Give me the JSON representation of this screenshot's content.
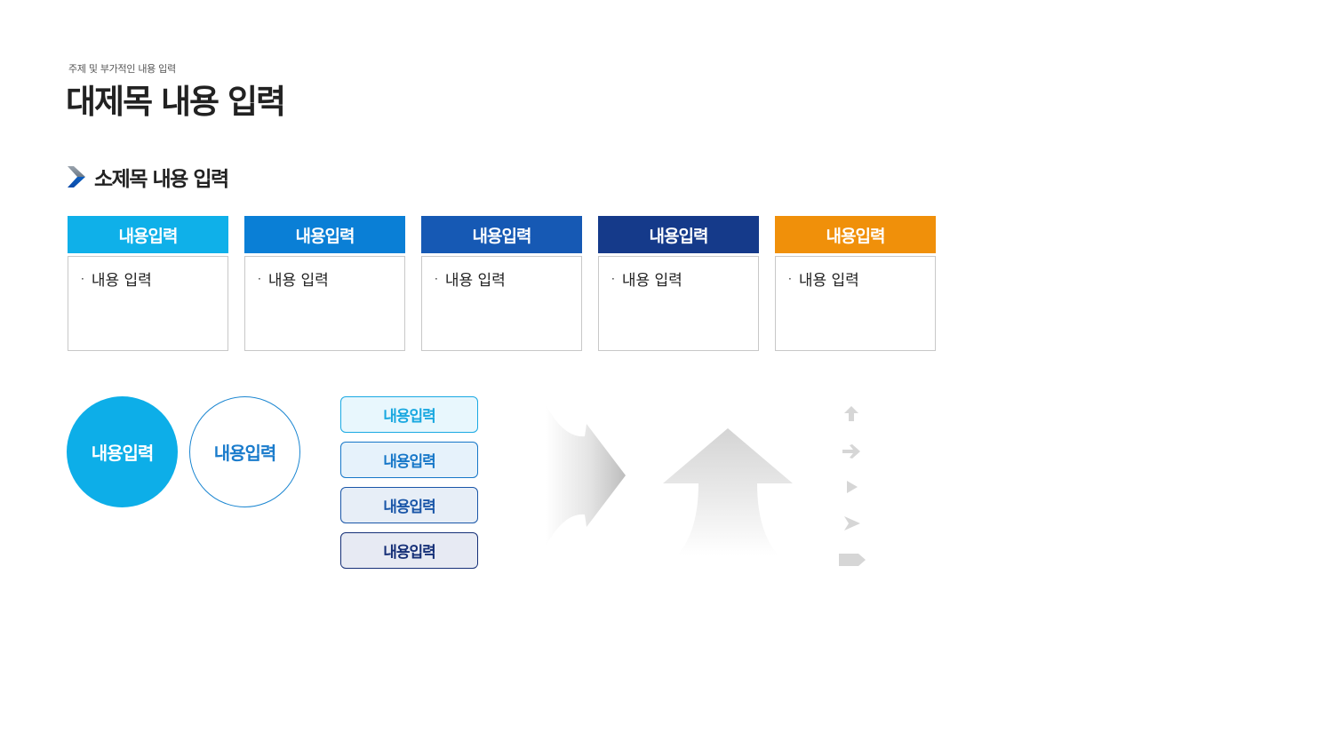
{
  "header": {
    "subtitle": "주제 및 부가적인 내용 입력",
    "title": "대제목 내용 입력"
  },
  "section": {
    "title": "소제목 내용 입력",
    "icon": "chevron-right-icon"
  },
  "cards": [
    {
      "title": "내용입력",
      "body": "내용 입력",
      "color": "#0fb0e9"
    },
    {
      "title": "내용입력",
      "body": "내용 입력",
      "color": "#0a7fd6"
    },
    {
      "title": "내용입력",
      "body": "내용 입력",
      "color": "#1659b4"
    },
    {
      "title": "내용입력",
      "body": "내용 입력",
      "color": "#153a8a"
    },
    {
      "title": "내용입력",
      "body": "내용 입력",
      "color": "#f0900a"
    }
  ],
  "circles": [
    {
      "label": "내용입력",
      "color": "#0daee8"
    },
    {
      "label": "내용입력",
      "color": "#1b7ccc"
    }
  ],
  "pills": [
    {
      "label": "내용입력",
      "text_color": "#19a8e0",
      "bg": "#e8f7fd",
      "border": "#1aa9e3"
    },
    {
      "label": "내용입력",
      "text_color": "#1677c8",
      "bg": "#e6f2fb",
      "border": "#1677c8"
    },
    {
      "label": "내용입력",
      "text_color": "#1a56a8",
      "bg": "#e7eef7",
      "border": "#1a56a8"
    },
    {
      "label": "내용입력",
      "text_color": "#152f77",
      "bg": "#e7eaf3",
      "border": "#152f77"
    }
  ],
  "decorations": {
    "large_shapes": [
      "gradient-right-arrow-icon",
      "gradient-up-arrow-icon"
    ],
    "small_icons": [
      "up-arrow-icon",
      "right-arrow-icon",
      "play-triangle-icon",
      "send-arrow-icon",
      "tag-pentagon-icon"
    ],
    "icon_color": "#d6d6d6"
  }
}
